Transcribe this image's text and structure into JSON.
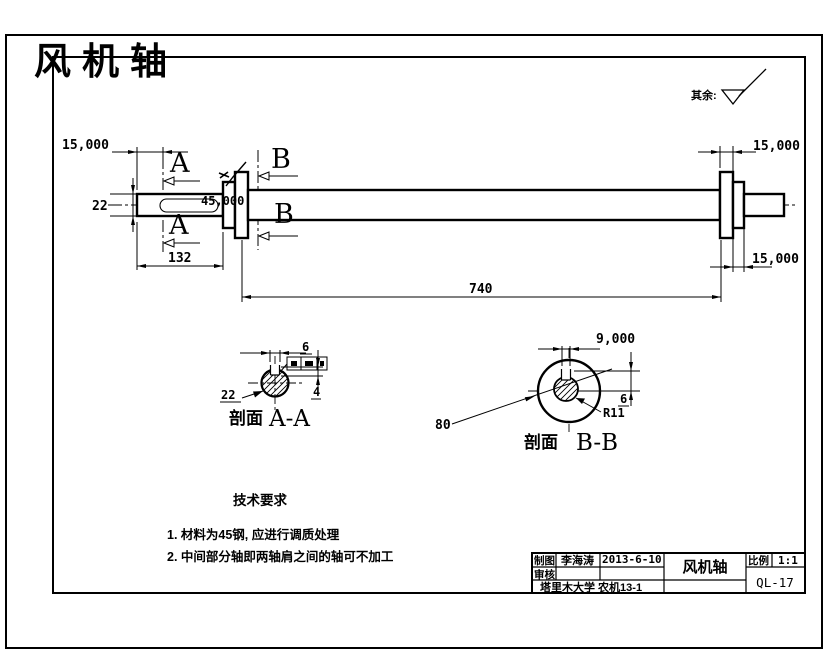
{
  "drawing_title_red": "风机轴",
  "surface_note": {
    "label": "其余:"
  },
  "front_view": {
    "dim_left_end": "15,000",
    "dim_diameter_left": "22",
    "dim_keyway_length": "45,000",
    "dim_left_section": "132",
    "dim_shaft_span": "740",
    "dim_right_top": "15,000",
    "dim_right_bottom": "15,000",
    "section_a": "A",
    "section_b": "B"
  },
  "section_aa": {
    "label_cn": "剖面",
    "label_letters": "A-A",
    "dim_keyway_width": "6",
    "dim_keyway_depth": "4",
    "dim_diameter": "22"
  },
  "section_bb": {
    "label_cn": "剖面",
    "label_letters": "B-B",
    "dim_keyway_width": "9,000",
    "dim_keyway_depth": "6",
    "dim_outer_diameter": "80",
    "dim_bore_radius": "R11"
  },
  "technical_requirements": {
    "heading": "技术要求",
    "items": [
      "1.  材料为45钢, 应进行调质处理",
      "2.  中间部分轴即两轴肩之间的轴可不加工"
    ]
  },
  "title_block": {
    "drawn_label": "制图",
    "drawn_by": "李海涛",
    "date": "2013-6-10",
    "checked_label": "审核",
    "organization": "塔里木大学 农机13-1",
    "part_name": "风机轴",
    "scale_label": "比例",
    "scale_value": "1:1",
    "drawing_number": "QL-17"
  },
  "colors": {
    "line": "#000000",
    "title_red": "#e60000",
    "background": "#ffffff"
  }
}
